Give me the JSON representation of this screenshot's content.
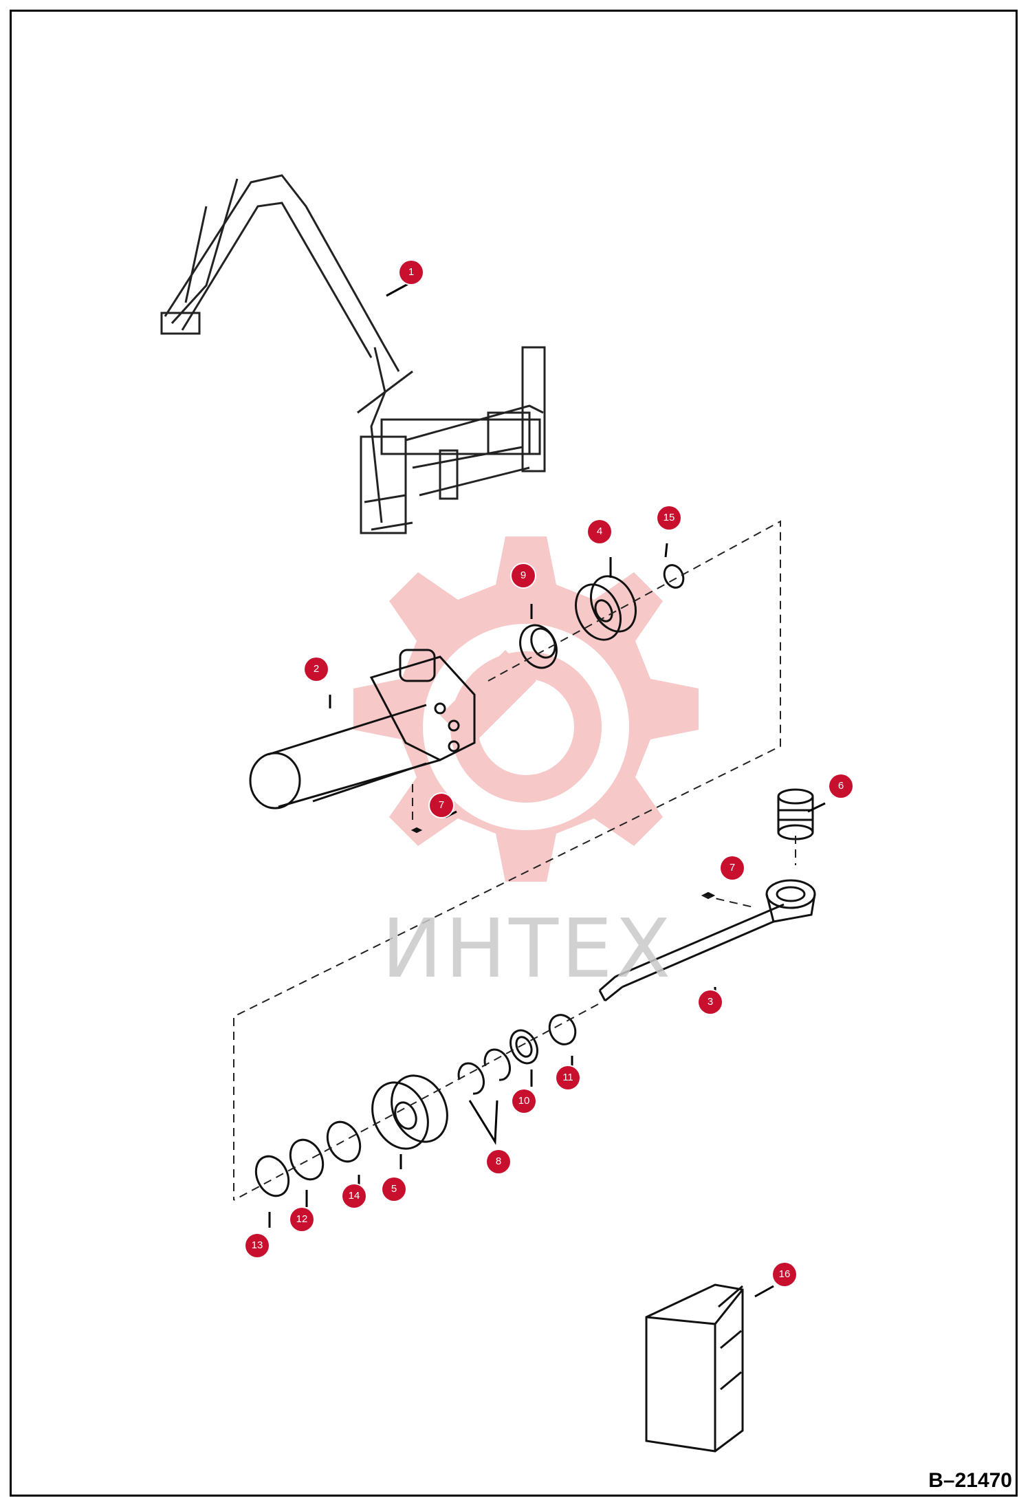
{
  "diagram": {
    "watermark": "ИНТЕХ",
    "drawing_number": "B–21470",
    "callouts": [
      {
        "id": "c1",
        "label": "1"
      },
      {
        "id": "c2",
        "label": "2"
      },
      {
        "id": "c3",
        "label": "3"
      },
      {
        "id": "c4",
        "label": "4"
      },
      {
        "id": "c5",
        "label": "5"
      },
      {
        "id": "c6",
        "label": "6"
      },
      {
        "id": "c7a",
        "label": "7"
      },
      {
        "id": "c7b",
        "label": "7"
      },
      {
        "id": "c8",
        "label": "8"
      },
      {
        "id": "c9",
        "label": "9"
      },
      {
        "id": "c10",
        "label": "10"
      },
      {
        "id": "c11",
        "label": "11"
      },
      {
        "id": "c12",
        "label": "12"
      },
      {
        "id": "c13",
        "label": "13"
      },
      {
        "id": "c14",
        "label": "14"
      },
      {
        "id": "c15",
        "label": "15"
      },
      {
        "id": "c16",
        "label": "16"
      }
    ],
    "colors": {
      "callout": "#c8102e",
      "watermark": "#f4b6b6",
      "lines": "#000000"
    }
  }
}
